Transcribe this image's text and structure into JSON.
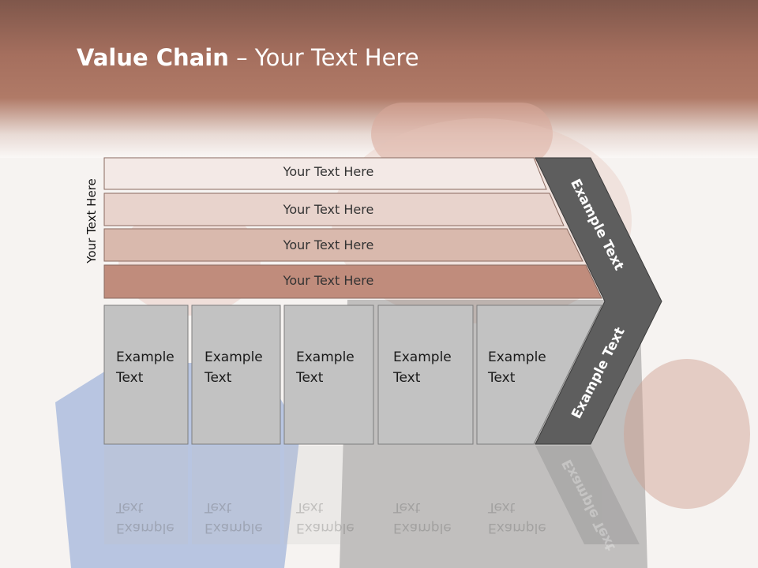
{
  "title": {
    "bold": "Value Chain",
    "rest": " – Your Text Here"
  },
  "side_label": "Your Text Here",
  "bars": [
    {
      "label": "Your Text Here",
      "color": "#f3e9e6"
    },
    {
      "label": "Your Text Here",
      "color": "#e8d3cc"
    },
    {
      "label": "Your Text Here",
      "color": "#d9b9ad"
    },
    {
      "label": "Your Text Here",
      "color": "#c08c7c"
    }
  ],
  "columns": [
    {
      "line1": "Example",
      "line2": "Text"
    },
    {
      "line1": "Example",
      "line2": "Text"
    },
    {
      "line1": "Example",
      "line2": "Text"
    },
    {
      "line1": "Example",
      "line2": "Text"
    },
    {
      "line1": "Example",
      "line2": "Text"
    }
  ],
  "chevron": {
    "upper": "Example Text",
    "lower": "Example Text",
    "color": "#5e5e5e"
  },
  "colors": {
    "header": "#a56f5e",
    "column_fill": "#c2c2c2"
  }
}
